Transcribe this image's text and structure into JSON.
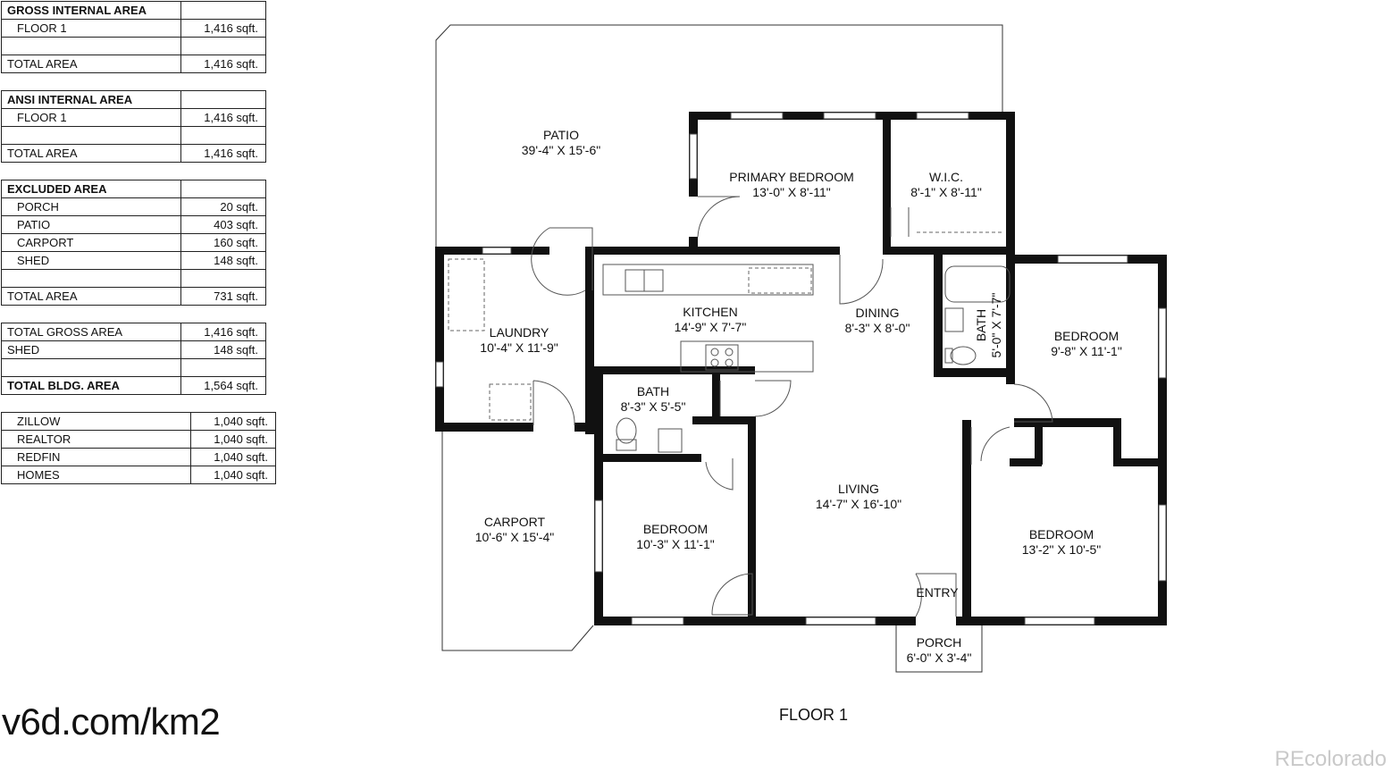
{
  "tables": {
    "gross": {
      "header": "GROSS INTERNAL AREA",
      "floor1_label": "FLOOR 1",
      "floor1_value": "1,416 sqft.",
      "total_label": "TOTAL AREA",
      "total_value": "1,416 sqft."
    },
    "ansi": {
      "header": "ANSI INTERNAL AREA",
      "floor1_label": "FLOOR 1",
      "floor1_value": "1,416 sqft.",
      "total_label": "TOTAL AREA",
      "total_value": "1,416 sqft."
    },
    "excluded": {
      "header": "EXCLUDED AREA",
      "items": [
        {
          "label": "PORCH",
          "value": "20 sqft."
        },
        {
          "label": "PATIO",
          "value": "403 sqft."
        },
        {
          "label": "CARPORT",
          "value": "160 sqft."
        },
        {
          "label": "SHED",
          "value": "148 sqft."
        }
      ],
      "total_label": "TOTAL AREA",
      "total_value": "731 sqft."
    },
    "summary": {
      "gross_label": "TOTAL GROSS AREA",
      "gross_value": "1,416 sqft.",
      "shed_label": "SHED",
      "shed_value": "148 sqft.",
      "bldg_label": "TOTAL BLDG. AREA",
      "bldg_value": "1,564 sqft."
    },
    "sites": [
      {
        "label": "ZILLOW",
        "value": "1,040 sqft."
      },
      {
        "label": "REALTOR",
        "value": "1,040 sqft."
      },
      {
        "label": "REDFIN",
        "value": "1,040 sqft."
      },
      {
        "label": "HOMES",
        "value": "1,040 sqft."
      }
    ]
  },
  "rooms": {
    "patio": {
      "name": "PATIO",
      "dims": "39'-4\" X 15'-6\""
    },
    "primary_bedroom": {
      "name": "PRIMARY BEDROOM",
      "dims": "13'-0\" X 8'-11\""
    },
    "wic": {
      "name": "W.I.C.",
      "dims": "8'-1\" X 8'-11\""
    },
    "laundry": {
      "name": "LAUNDRY",
      "dims": "10'-4\" X 11'-9\""
    },
    "kitchen": {
      "name": "KITCHEN",
      "dims": "14'-9\" X 7'-7\""
    },
    "dining": {
      "name": "DINING",
      "dims": "8'-3\" X 8'-0\""
    },
    "bath_east": {
      "name": "BATH",
      "dims": "5'-0\" X 7'-7\""
    },
    "bedroom_east": {
      "name": "BEDROOM",
      "dims": "9'-8\" X 11'-1\""
    },
    "bath_center": {
      "name": "BATH",
      "dims": "8'-3\" X 5'-5\""
    },
    "living": {
      "name": "LIVING",
      "dims": "14'-7\" X 16'-10\""
    },
    "carport": {
      "name": "CARPORT",
      "dims": "10'-6\" X 15'-4\""
    },
    "bedroom_center": {
      "name": "BEDROOM",
      "dims": "10'-3\" X 11'-1\""
    },
    "bedroom_south": {
      "name": "BEDROOM",
      "dims": "13'-2\" X 10'-5\""
    },
    "entry": {
      "name": "ENTRY"
    },
    "porch": {
      "name": "PORCH",
      "dims": "6'-0\" X 3'-4\""
    }
  },
  "floor_label": "FLOOR 1",
  "url_text": "v6d.com/km2",
  "watermark": "REcolorado"
}
